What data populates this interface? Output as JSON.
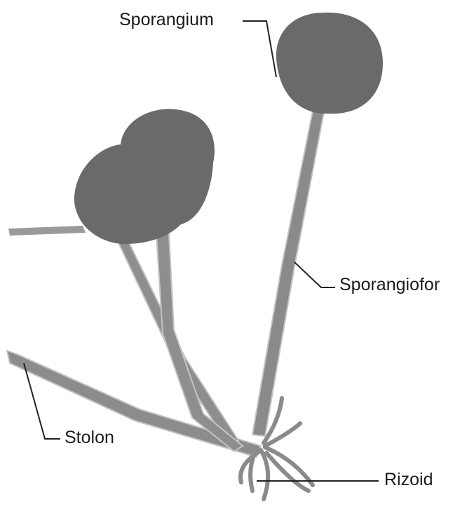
{
  "labels": {
    "sporangium": "Sporangium",
    "sporangiofor": "Sporangiofor",
    "stolon": "Stolon",
    "rizoid": "Rizoid"
  },
  "colors": {
    "sporangium_fill": "#6a6a6a",
    "hypha_fill": "#8c8c8c",
    "hypha_edge": "#bdbdbd",
    "leader_line": "#222222",
    "label_text": "#1c1c1c"
  }
}
